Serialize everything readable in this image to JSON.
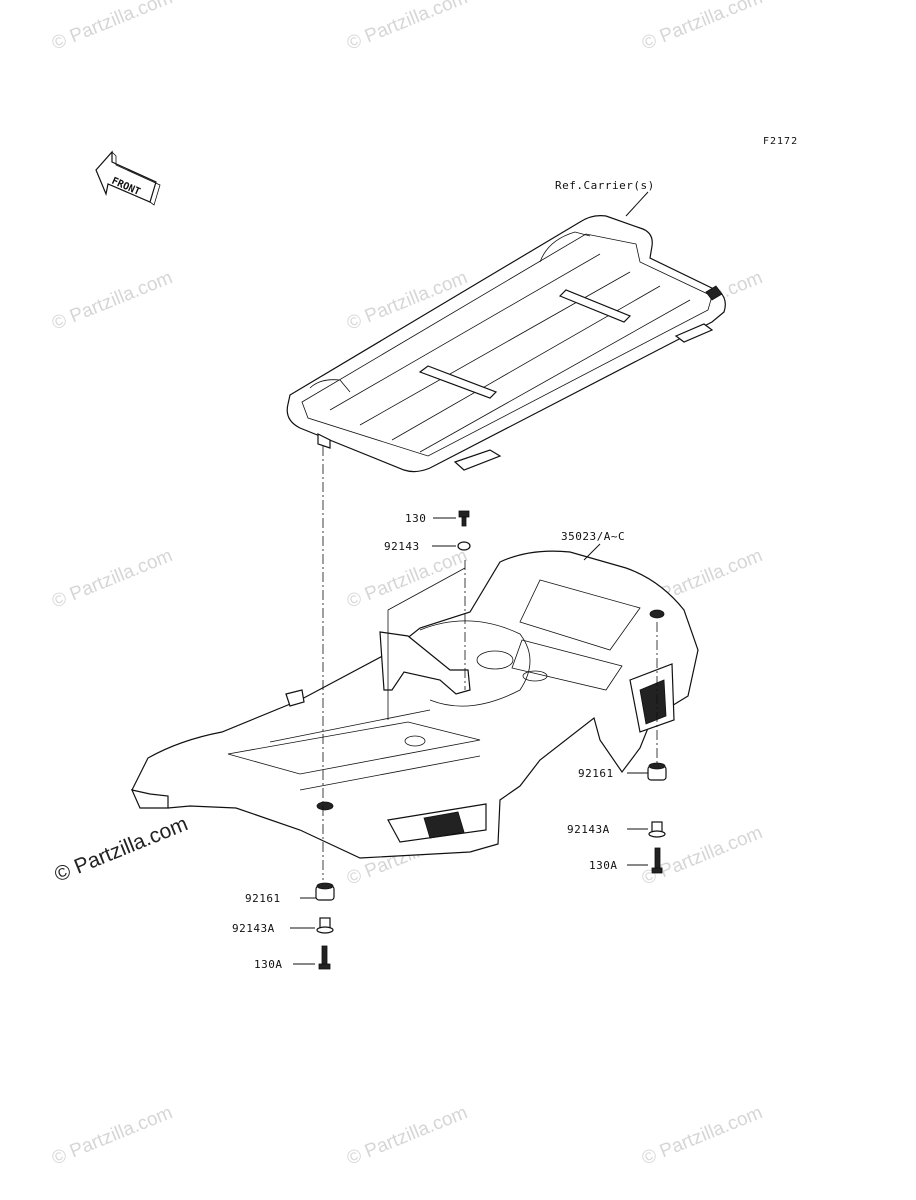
{
  "figure_code": "F2172",
  "front_label": "FRONT",
  "watermark_text": "© Partzilla.com",
  "watermark_bold_text": "© Partzilla.com",
  "callouts": {
    "ref_carrier": "Ref.Carrier(s)",
    "fender": "35023/A~C",
    "top_bolt": "130",
    "top_washer": "92143",
    "right_damper": "92161",
    "right_collar": "92143A",
    "right_bolt": "130A",
    "left_damper": "92161",
    "left_collar": "92143A",
    "left_bolt": "130A"
  }
}
